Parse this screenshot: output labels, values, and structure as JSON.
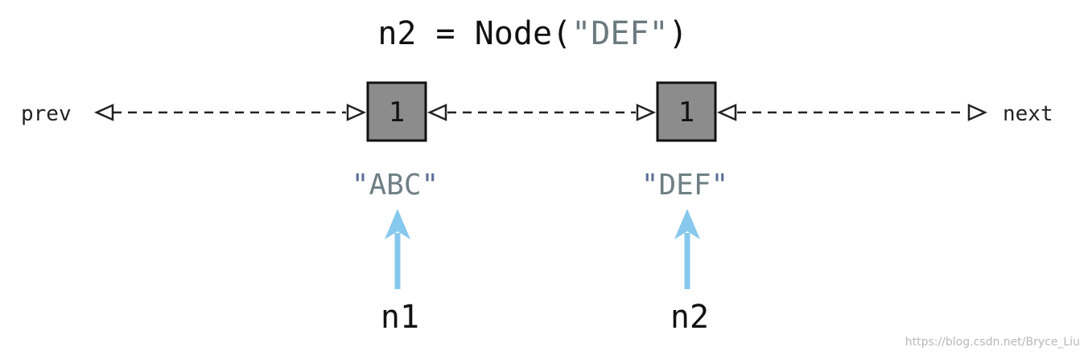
{
  "title": {
    "prefix": "n2 = Node(",
    "quote_open": "\"",
    "arg": "DEF",
    "quote_close": "\"",
    "suffix": ")"
  },
  "labels": {
    "prev": "prev",
    "next": "next"
  },
  "nodes": [
    {
      "value": "1",
      "string": {
        "quote_open": "\"",
        "text": "ABC",
        "quote_close": "\""
      },
      "variable": "n1"
    },
    {
      "value": "1",
      "string": {
        "quote_open": "\"",
        "text": "DEF",
        "quote_close": "\""
      },
      "variable": "n2"
    }
  ],
  "watermark": "https://blog.csdn.net/Bryce_Liu",
  "colors": {
    "node_fill": "#8c8c8c",
    "pointer_arrow": "#86c8ee",
    "string_text": "#6f7f86",
    "quote_marks": "#5b6f98"
  }
}
